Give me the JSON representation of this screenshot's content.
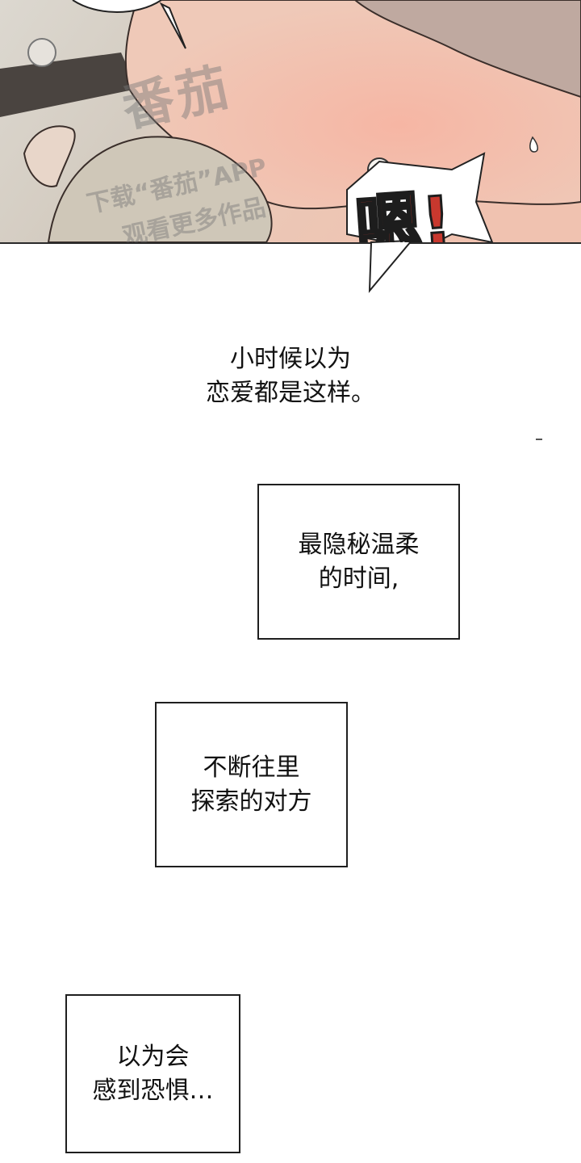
{
  "panel_top": {
    "watermark_main": "番茄",
    "watermark_line1": "下载“番茄”APP",
    "watermark_line2": "观看更多作品",
    "sfx": "嗯!"
  },
  "narration_1": {
    "line1": "小时候以为",
    "line2": "恋爱都是这样。"
  },
  "caption_1": {
    "line1": "最隐秘温柔",
    "line2": "的时间,"
  },
  "caption_2": {
    "line1": "不断往里",
    "line2": "探索的对方"
  },
  "caption_3": {
    "line1": "以为会",
    "line2": "感到恐惧…"
  }
}
